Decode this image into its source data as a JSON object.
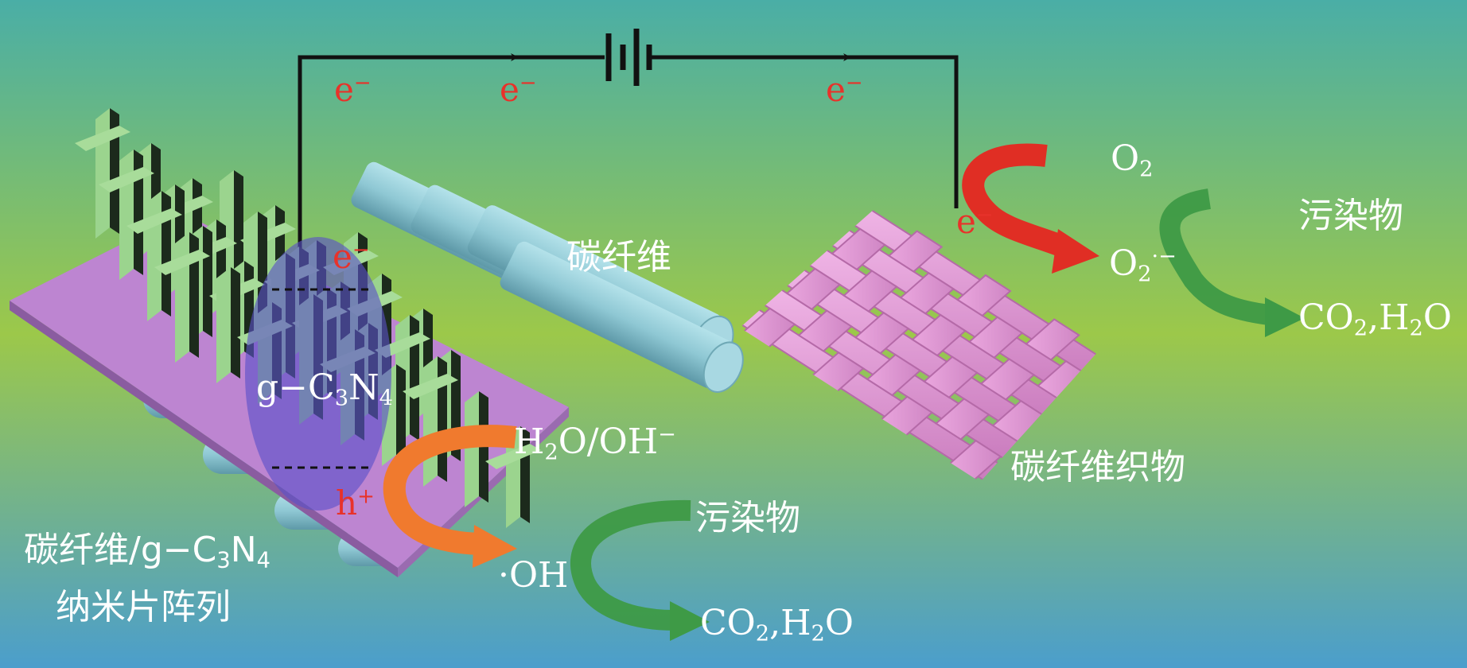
{
  "colors": {
    "bg_top": "#4aaea6",
    "bg_mid": "#9cc84a",
    "bg_bottom": "#4b9ecc",
    "electron_red": "#e8322a",
    "o2_arrow_red": "#e02e24",
    "oh_arrow_orange": "#f07a2e",
    "pollutant_arrow_green": "#3e9a46",
    "nanosheet_green": "#9bd48e",
    "substrate_pink": "#c78ed8",
    "fiber_blue": "#8fc8d4",
    "fabric_pink": "#e49ad8",
    "ellipse_purple": "#6f5ccc"
  },
  "circuit": {
    "electrons": [
      "e",
      "e",
      "e",
      "e",
      "e"
    ],
    "battery_icon": "battery-icon"
  },
  "anode": {
    "fiber_label": "碳纤维",
    "semiconductor": {
      "a": "g−C",
      "sub1": "3",
      "b": "N",
      "sub2": "4"
    },
    "hole": "h",
    "water_reactant": {
      "a": "H",
      "sub": "2",
      "b": "O/OH",
      "sup": "−"
    },
    "radical": "·OH",
    "pollutant": "污染物",
    "product": {
      "a": "CO",
      "sub1": "2",
      "b": ",H",
      "sub2": "2",
      "c": "O"
    },
    "label_line1": {
      "a": "碳纤维/g−C",
      "sub1": "3",
      "b": "N",
      "sub2": "4"
    },
    "label_line2": "纳米片阵列"
  },
  "cathode": {
    "oxygen": {
      "a": "O",
      "sub": "2"
    },
    "superoxide": {
      "a": "O",
      "sub": "2",
      "sup": "·−"
    },
    "pollutant": "污染物",
    "product": {
      "a": "CO",
      "sub1": "2",
      "b": ",H",
      "sub2": "2",
      "c": "O"
    },
    "label": "碳纤维织物"
  }
}
